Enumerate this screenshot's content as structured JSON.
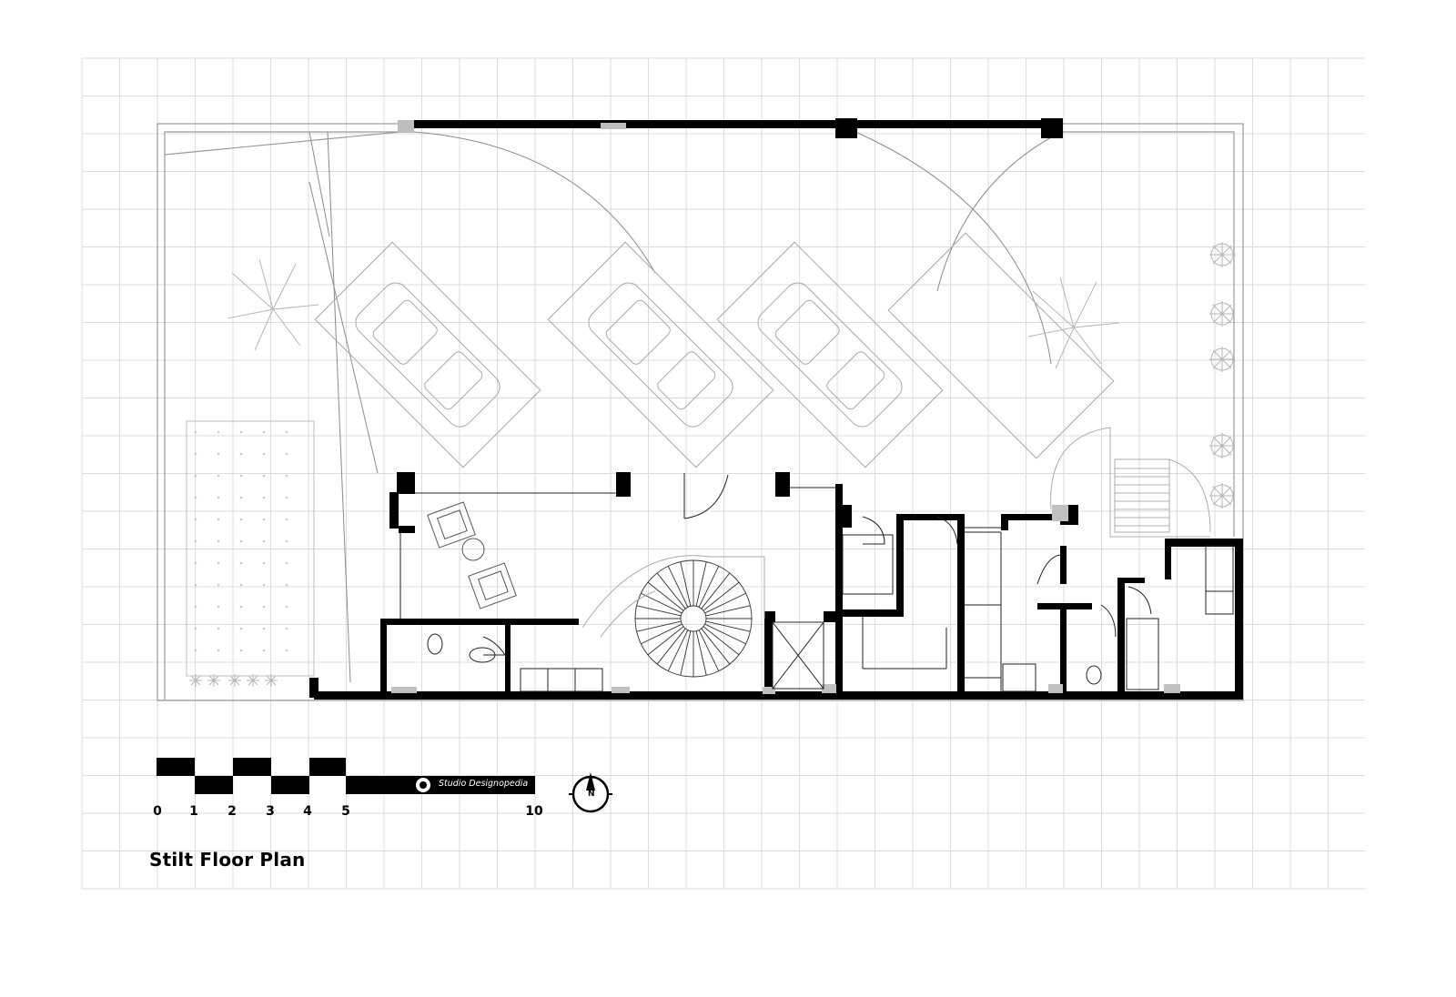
{
  "title": "Stilt Floor Plan",
  "studio_name": "Studio Designopedia",
  "north_label": "N",
  "scale_bar": {
    "labels": [
      {
        "value": "0",
        "pos": 0
      },
      {
        "value": "1",
        "pos": 1
      },
      {
        "value": "2",
        "pos": 2
      },
      {
        "value": "3",
        "pos": 3
      },
      {
        "value": "4",
        "pos": 4
      },
      {
        "value": "5",
        "pos": 5
      },
      {
        "value": "10",
        "pos": 10
      }
    ]
  },
  "colors": {
    "wall": "#000000",
    "grid": "#d9d9d9",
    "outline": "#9a9a9a",
    "furniture": "#b0b0b0"
  },
  "icons": [
    "car-icon",
    "palm-tree-icon",
    "spiral-stair-icon",
    "north-arrow-icon",
    "studio-logo-icon"
  ]
}
